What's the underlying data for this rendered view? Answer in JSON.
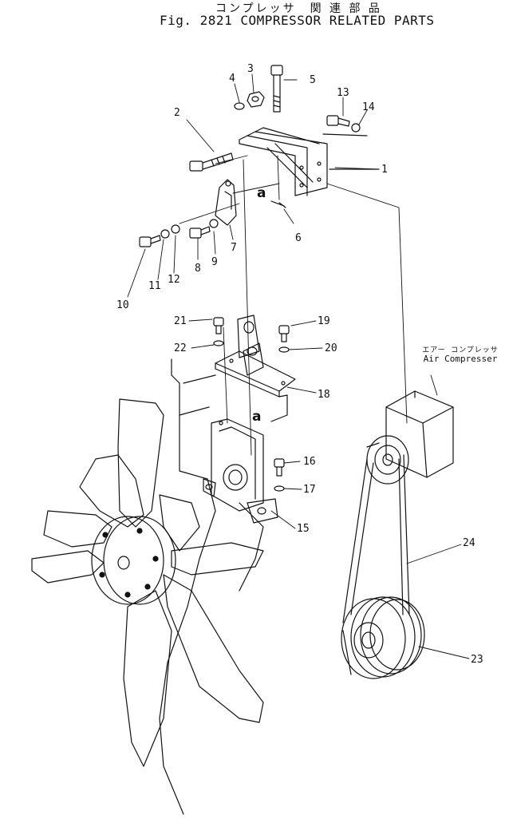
{
  "header": {
    "title_jp": "コンプレッサ　関 連 部 品",
    "title_en": "Fig. 2821 COMPRESSOR RELATED PARTS"
  },
  "callouts": [
    "1",
    "2",
    "3",
    "4",
    "5",
    "6",
    "7",
    "8",
    "9",
    "10",
    "11",
    "12",
    "13",
    "14",
    "15",
    "16",
    "17",
    "18",
    "19",
    "20",
    "21",
    "22",
    "23",
    "24"
  ],
  "ref_marks": {
    "a_top": "a",
    "a_bottom": "a"
  },
  "annotation": {
    "line1": "エアー コンプレッサ",
    "line2": "Air Compresser"
  },
  "colors": {
    "ink": "#111111",
    "paper": "#ffffff"
  }
}
